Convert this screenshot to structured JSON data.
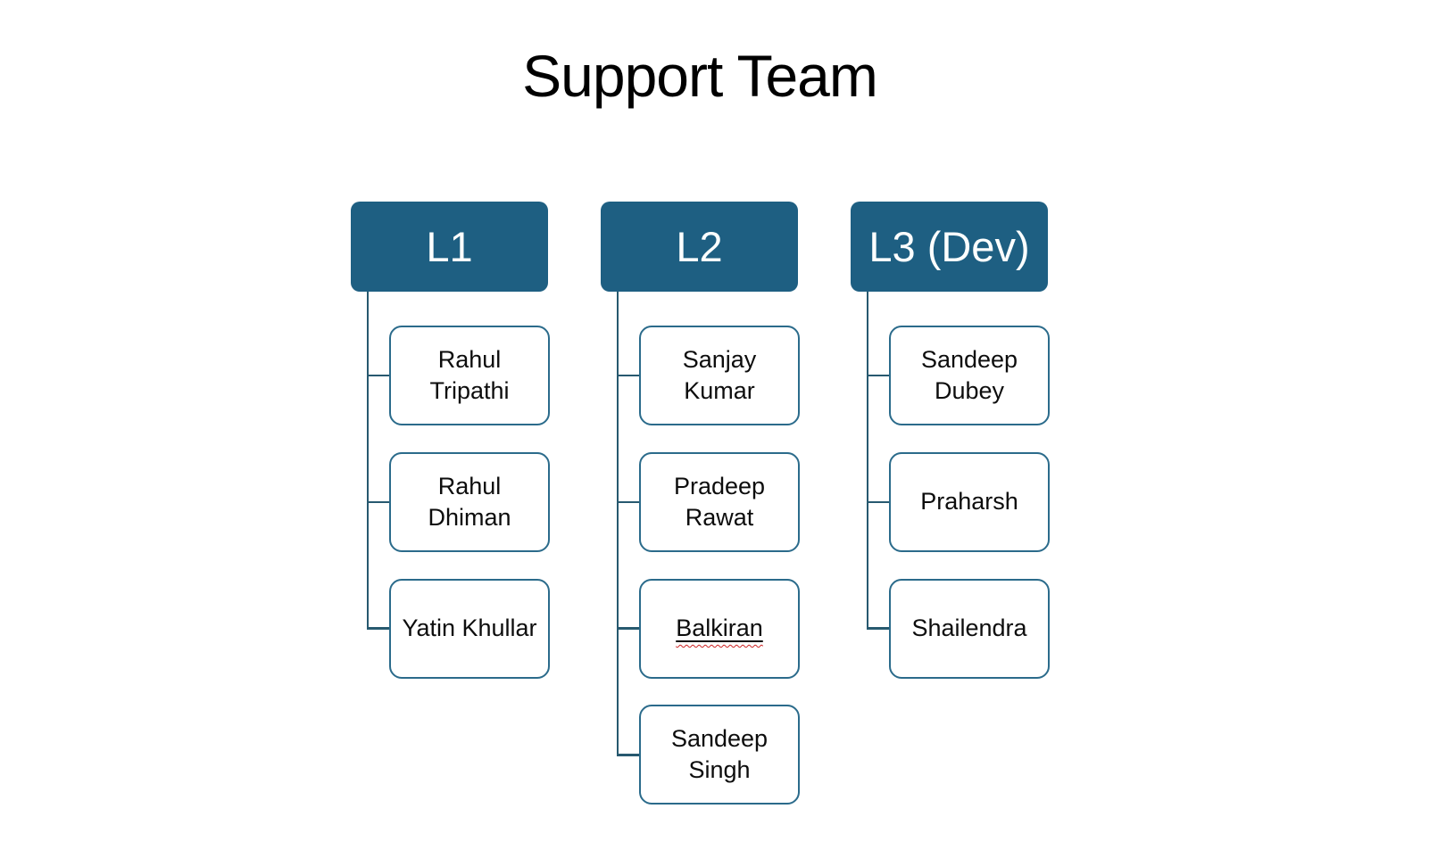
{
  "title": "Support Team",
  "colors": {
    "background": "#FFFFFF",
    "title_text": "#000000",
    "header_fill": "#1E5F82",
    "header_text": "#FCFEFE",
    "member_border": "#2B6B8B",
    "member_text": "#0D0D0D",
    "connector": "#27596F",
    "misspell_underline": "#CC2222"
  },
  "columns": [
    {
      "label": "L1",
      "members": [
        {
          "name": "Rahul Tripathi"
        },
        {
          "name": "Rahul Dhiman"
        },
        {
          "name": "Yatin Khullar"
        }
      ]
    },
    {
      "label": "L2",
      "members": [
        {
          "name": "Sanjay Kumar"
        },
        {
          "name": "Pradeep Rawat"
        },
        {
          "name": "Balkiran",
          "misspelled": true
        },
        {
          "name": "Sandeep Singh"
        }
      ]
    },
    {
      "label": "L3 (Dev)",
      "members": [
        {
          "name": "Sandeep Dubey"
        },
        {
          "name": "Praharsh"
        },
        {
          "name": "Shailendra"
        }
      ]
    }
  ]
}
